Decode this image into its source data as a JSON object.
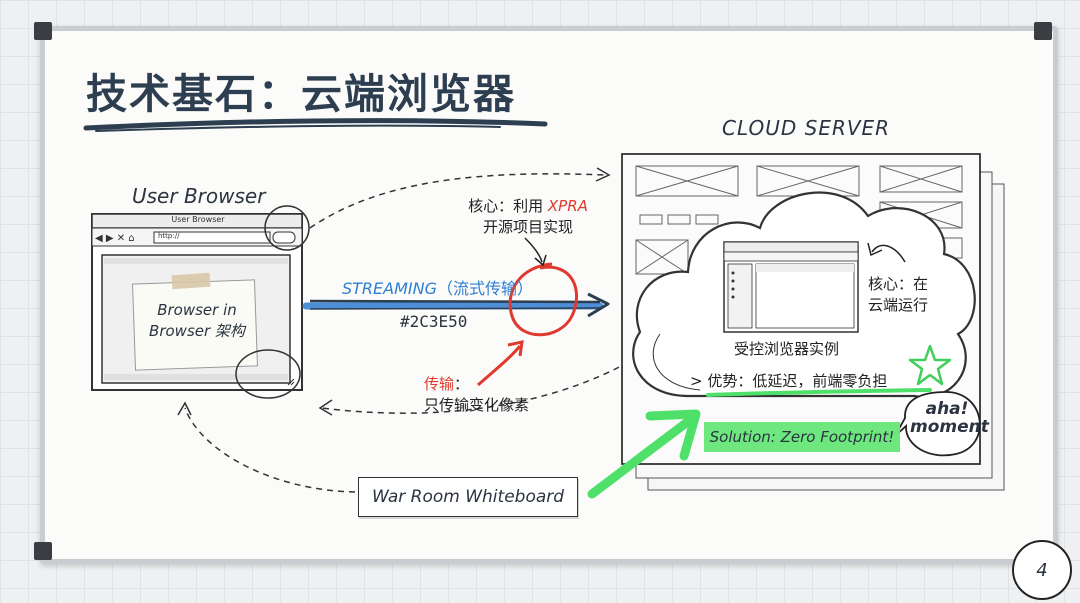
{
  "title": "技术基石：云端浏览器",
  "user_browser": {
    "label": "User Browser",
    "window_title": "User Browser",
    "address": "http://",
    "sticky_note": "Browser in Browser 架构"
  },
  "cloud_server": {
    "label": "CLOUD SERVER",
    "instance_label": "受控浏览器实例",
    "side_note": "核心：在云端运行",
    "advantage": "> 优势：低延迟，前端零负担",
    "solution": "Solution: Zero Footprint!",
    "aha": "aha! moment"
  },
  "streaming": {
    "label_en": "STREAMING",
    "label_cn": "（流式传输）",
    "color_code": "#2C3E50"
  },
  "core_note": {
    "prefix": "核心：利用",
    "highlight": "XPRA",
    "suffix": "开源项目实现"
  },
  "transfer_note": {
    "highlight": "传输",
    "rest": "：",
    "line2": "只传输变化像素"
  },
  "war_room": "War Room Whiteboard",
  "page_number": "4",
  "colors": {
    "accent_blue": "#2e7fd1",
    "accent_red": "#e03a2f",
    "accent_green": "#4fe06a",
    "dark": "#2c3e50"
  }
}
